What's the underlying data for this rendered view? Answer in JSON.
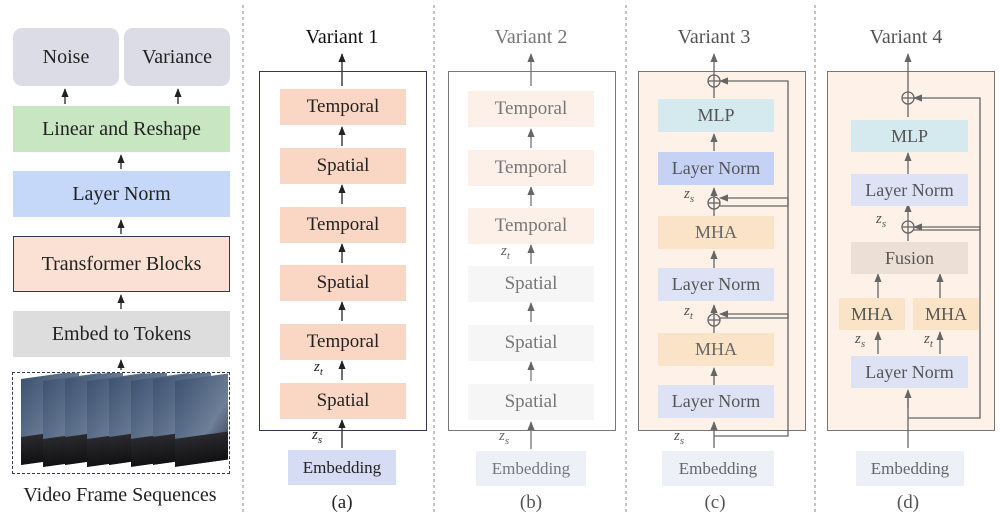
{
  "left": {
    "noise": "Noise",
    "variance": "Variance",
    "linear": "Linear and Reshape",
    "layernorm": "Layer Norm",
    "transformer": "Transformer Blocks",
    "embed": "Embed to Tokens",
    "caption": "Video Frame Sequences"
  },
  "v1": {
    "title": "Variant 1",
    "blocks": [
      "Temporal",
      "Spatial",
      "Temporal",
      "Spatial",
      "Temporal",
      "Spatial"
    ],
    "zt": "z",
    "zt_sub": "t",
    "zs": "z",
    "zs_sub": "s",
    "embedding": "Embedding",
    "caption": "(a)"
  },
  "v2": {
    "title": "Variant 2",
    "blocks": [
      "Temporal",
      "Temporal",
      "Temporal",
      "Spatial",
      "Spatial",
      "Spatial"
    ],
    "zt": "z",
    "zt_sub": "t",
    "zs": "z",
    "zs_sub": "s",
    "embedding": "Embedding",
    "caption": "(b)"
  },
  "v3": {
    "title": "Variant 3",
    "mlp": "MLP",
    "ln_top": "Layer Norm",
    "mha_top": "MHA",
    "ln_mid": "Layer Norm",
    "mha_bot": "MHA",
    "ln_bot": "Layer Norm",
    "zs": "z",
    "zs_sub": "s",
    "zt": "z",
    "zt_sub": "t",
    "zs_bottom": "z",
    "zs_bottom_sub": "s",
    "embedding": "Embedding",
    "caption": "(c)"
  },
  "v4": {
    "title": "Variant 4",
    "mlp": "MLP",
    "ln_top": "Layer Norm",
    "fusion": "Fusion",
    "mha_left": "MHA",
    "mha_right": "MHA",
    "ln_bot": "Layer Norm",
    "zs": "z",
    "zs_sub": "s",
    "zt": "z",
    "zt_sub": "t",
    "embedding": "Embedding",
    "caption": "(d)"
  },
  "colors": {
    "noise_bg": "#dcdce6",
    "linear_bg": "#c8e6c2",
    "layernorm_bg": "#c6d8fa",
    "transformer_bg": "#fbe1d3",
    "embed_bg": "#dddddd",
    "temporal_bg": "#fad7c5",
    "embedding_bg": "#d6dcf4",
    "v3_panel_bg": "#fdf1e8",
    "mlp_bg": "#d4eaee",
    "mha_bg": "#fbe3c8",
    "layernorm_v3": "#c6d2f5",
    "fusion_bg": "#ecdfd5",
    "frame": "#333a55"
  }
}
